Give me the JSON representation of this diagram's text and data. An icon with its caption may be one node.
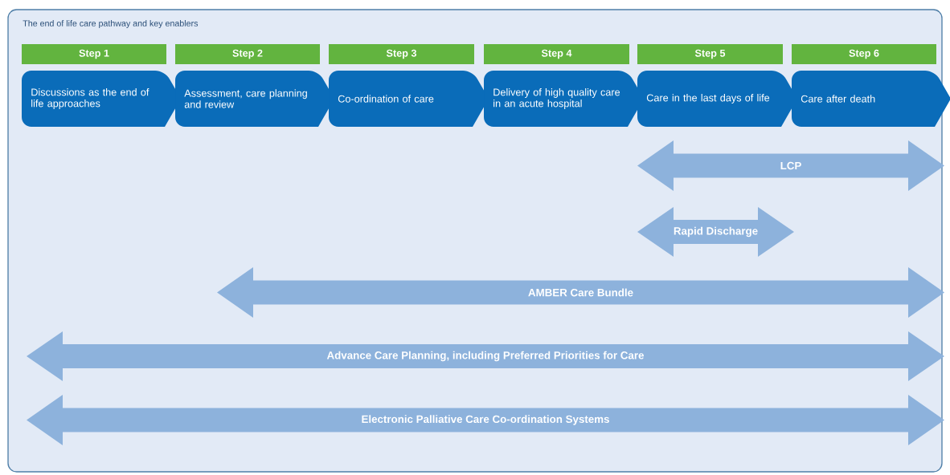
{
  "diagram": {
    "title": "The end of life care pathway and key enablers",
    "nodes": [
      {
        "text": [
          "Step 1"
        ]
      },
      {
        "text": [
          "Step 2"
        ]
      },
      {
        "text": [
          "Step 3"
        ]
      },
      {
        "text": [
          "Step 4"
        ]
      },
      {
        "text": [
          "Step 5"
        ]
      },
      {
        "text": [
          "Step 6"
        ]
      },
      {
        "text": [
          "Discussions as the end of life approaches"
        ]
      },
      {
        "text": [
          "Assessment, care planning and review"
        ]
      },
      {
        "text": [
          "Co-ordination of care"
        ]
      },
      {
        "text": [
          "Delivery of high quality care in an acute hospital"
        ]
      },
      {
        "text": [
          "Care in the last days of life"
        ]
      },
      {
        "text": [
          "Care after death"
        ]
      },
      {
        "text": [
          "LCP"
        ]
      },
      {
        "text": [
          "Rapid Discharge"
        ]
      },
      {
        "text": [
          "AMBER Care Bundle"
        ]
      },
      {
        "text": [
          "Advance Care Planning, including Preferred Priorities for Care"
        ]
      },
      {
        "text": [
          "Electronic Palliative Care Co-ordination Systems"
        ]
      }
    ]
  }
}
